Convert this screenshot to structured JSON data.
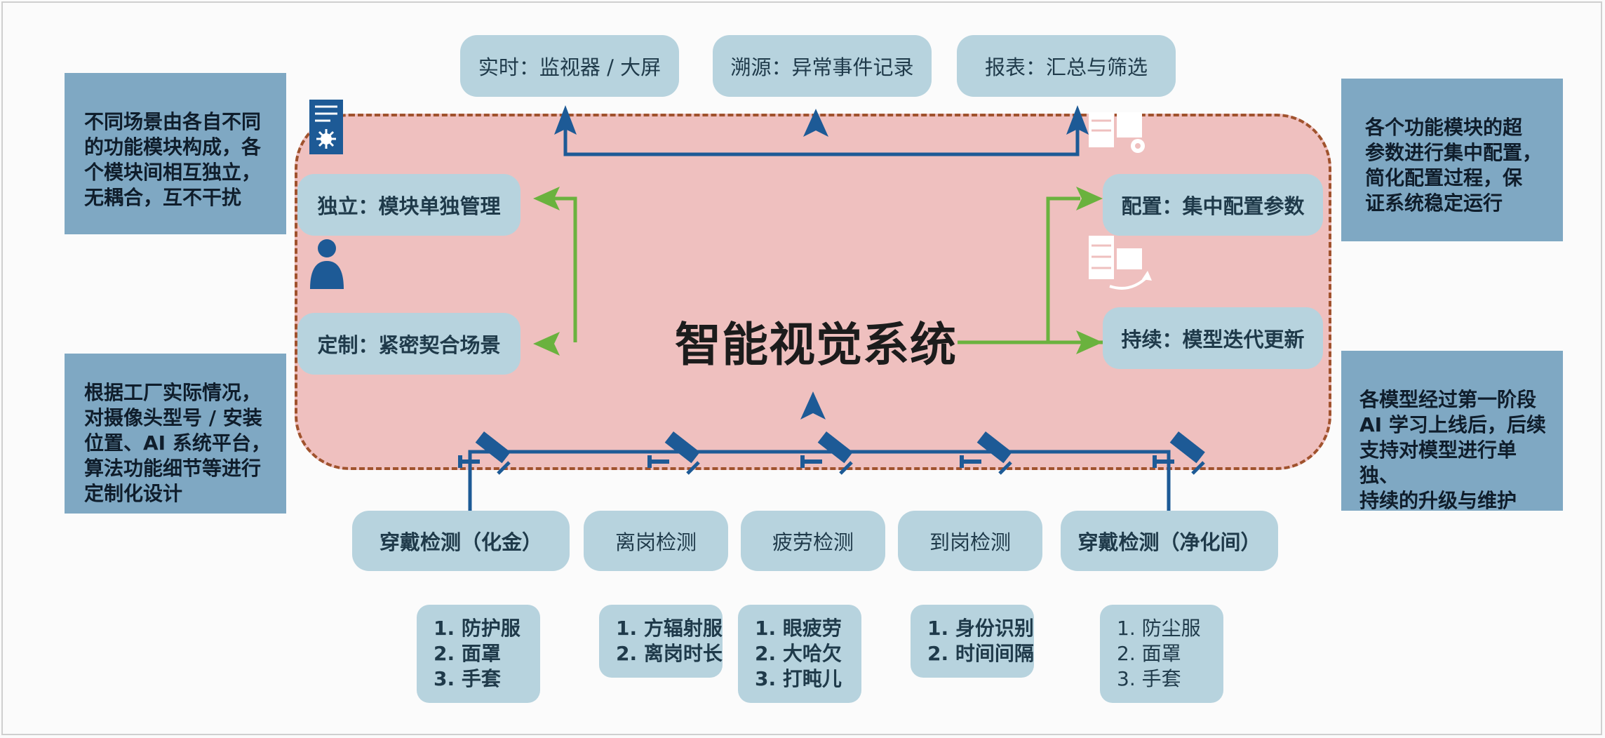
{
  "center_title": "智能视觉系统",
  "top_outputs": [
    "实时：监视器 / 大屏",
    "溯源：异常事件记录",
    "报表：汇总与筛选"
  ],
  "left_features": [
    "独立：模块单独管理",
    "定制：紧密契合场景"
  ],
  "right_features": [
    "配置：集中配置参数",
    "持续：模型迭代更新"
  ],
  "notes": {
    "top_left": "不同场景由各自不同\n的功能模块构成，各\n个模块间相互独立，\n无耦合，互不干扰",
    "bottom_left": "根据工厂实际情况，\n对摄像头型号 / 安装\n位置、AI 系统平台，\n算法功能细节等进行\n定制化设计",
    "top_right": "各个功能模块的超\n参数进行集中配置，\n简化配置过程，保\n证系统稳定运行",
    "bottom_right": "各模型经过第一阶段\nAI 学习上线后，后续\n支持对模型进行单独、\n持续的升级与维护"
  },
  "detections": [
    {
      "label": "穿戴检测（化金）",
      "items": "1. 防护服\n2. 面罩\n3. 手套"
    },
    {
      "label": "离岗检测",
      "items": "1. 方辐射服\n2. 离岗时长"
    },
    {
      "label": "疲劳检测",
      "items": "1. 眼疲劳\n2. 大哈欠\n3. 打盹儿"
    },
    {
      "label": "到岗检测",
      "items": "1. 身份识别\n2. 时间间隔"
    },
    {
      "label": "穿戴检测（净化间）",
      "items": "1. 防尘服\n2. 面罩\n3. 手套"
    }
  ],
  "colors": {
    "zone": "#efc0bf",
    "zone_border": "#a0522d",
    "pill": "#b7d3de",
    "note": "#7fa8c3",
    "blue_line": "#1d5a96",
    "green_line": "#6ab23e"
  },
  "icons": [
    "settings-panel-icon",
    "user-icon",
    "server-settings-icon",
    "server-refresh-icon",
    "surveillance-camera-icon",
    "arrow-up-icon"
  ]
}
